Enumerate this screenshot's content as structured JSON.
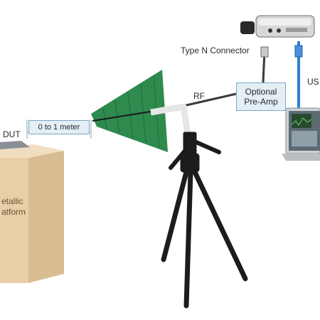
{
  "labels": {
    "type_n_connector": "Type N Connector",
    "usb": "US",
    "rf": "RF",
    "preamp_line1": "Optional",
    "preamp_line2": "Pre-Amp",
    "dut": "DUT",
    "distance": "0 to 1 meter",
    "platform_line1": "etallic",
    "platform_line2": "atform"
  },
  "colors": {
    "antenna_green": "#2f8a4e",
    "platform_tan": "#e9cfa8",
    "preamp_fill": "#e4eef5",
    "usb_cable": "#2e7fd1",
    "rf_cable": "#3a3a3a",
    "tripod": "#1c1c1c"
  },
  "icons": [
    "spectrum-analyzer-icon",
    "laptop-icon",
    "tripod-icon",
    "log-periodic-antenna-icon"
  ]
}
